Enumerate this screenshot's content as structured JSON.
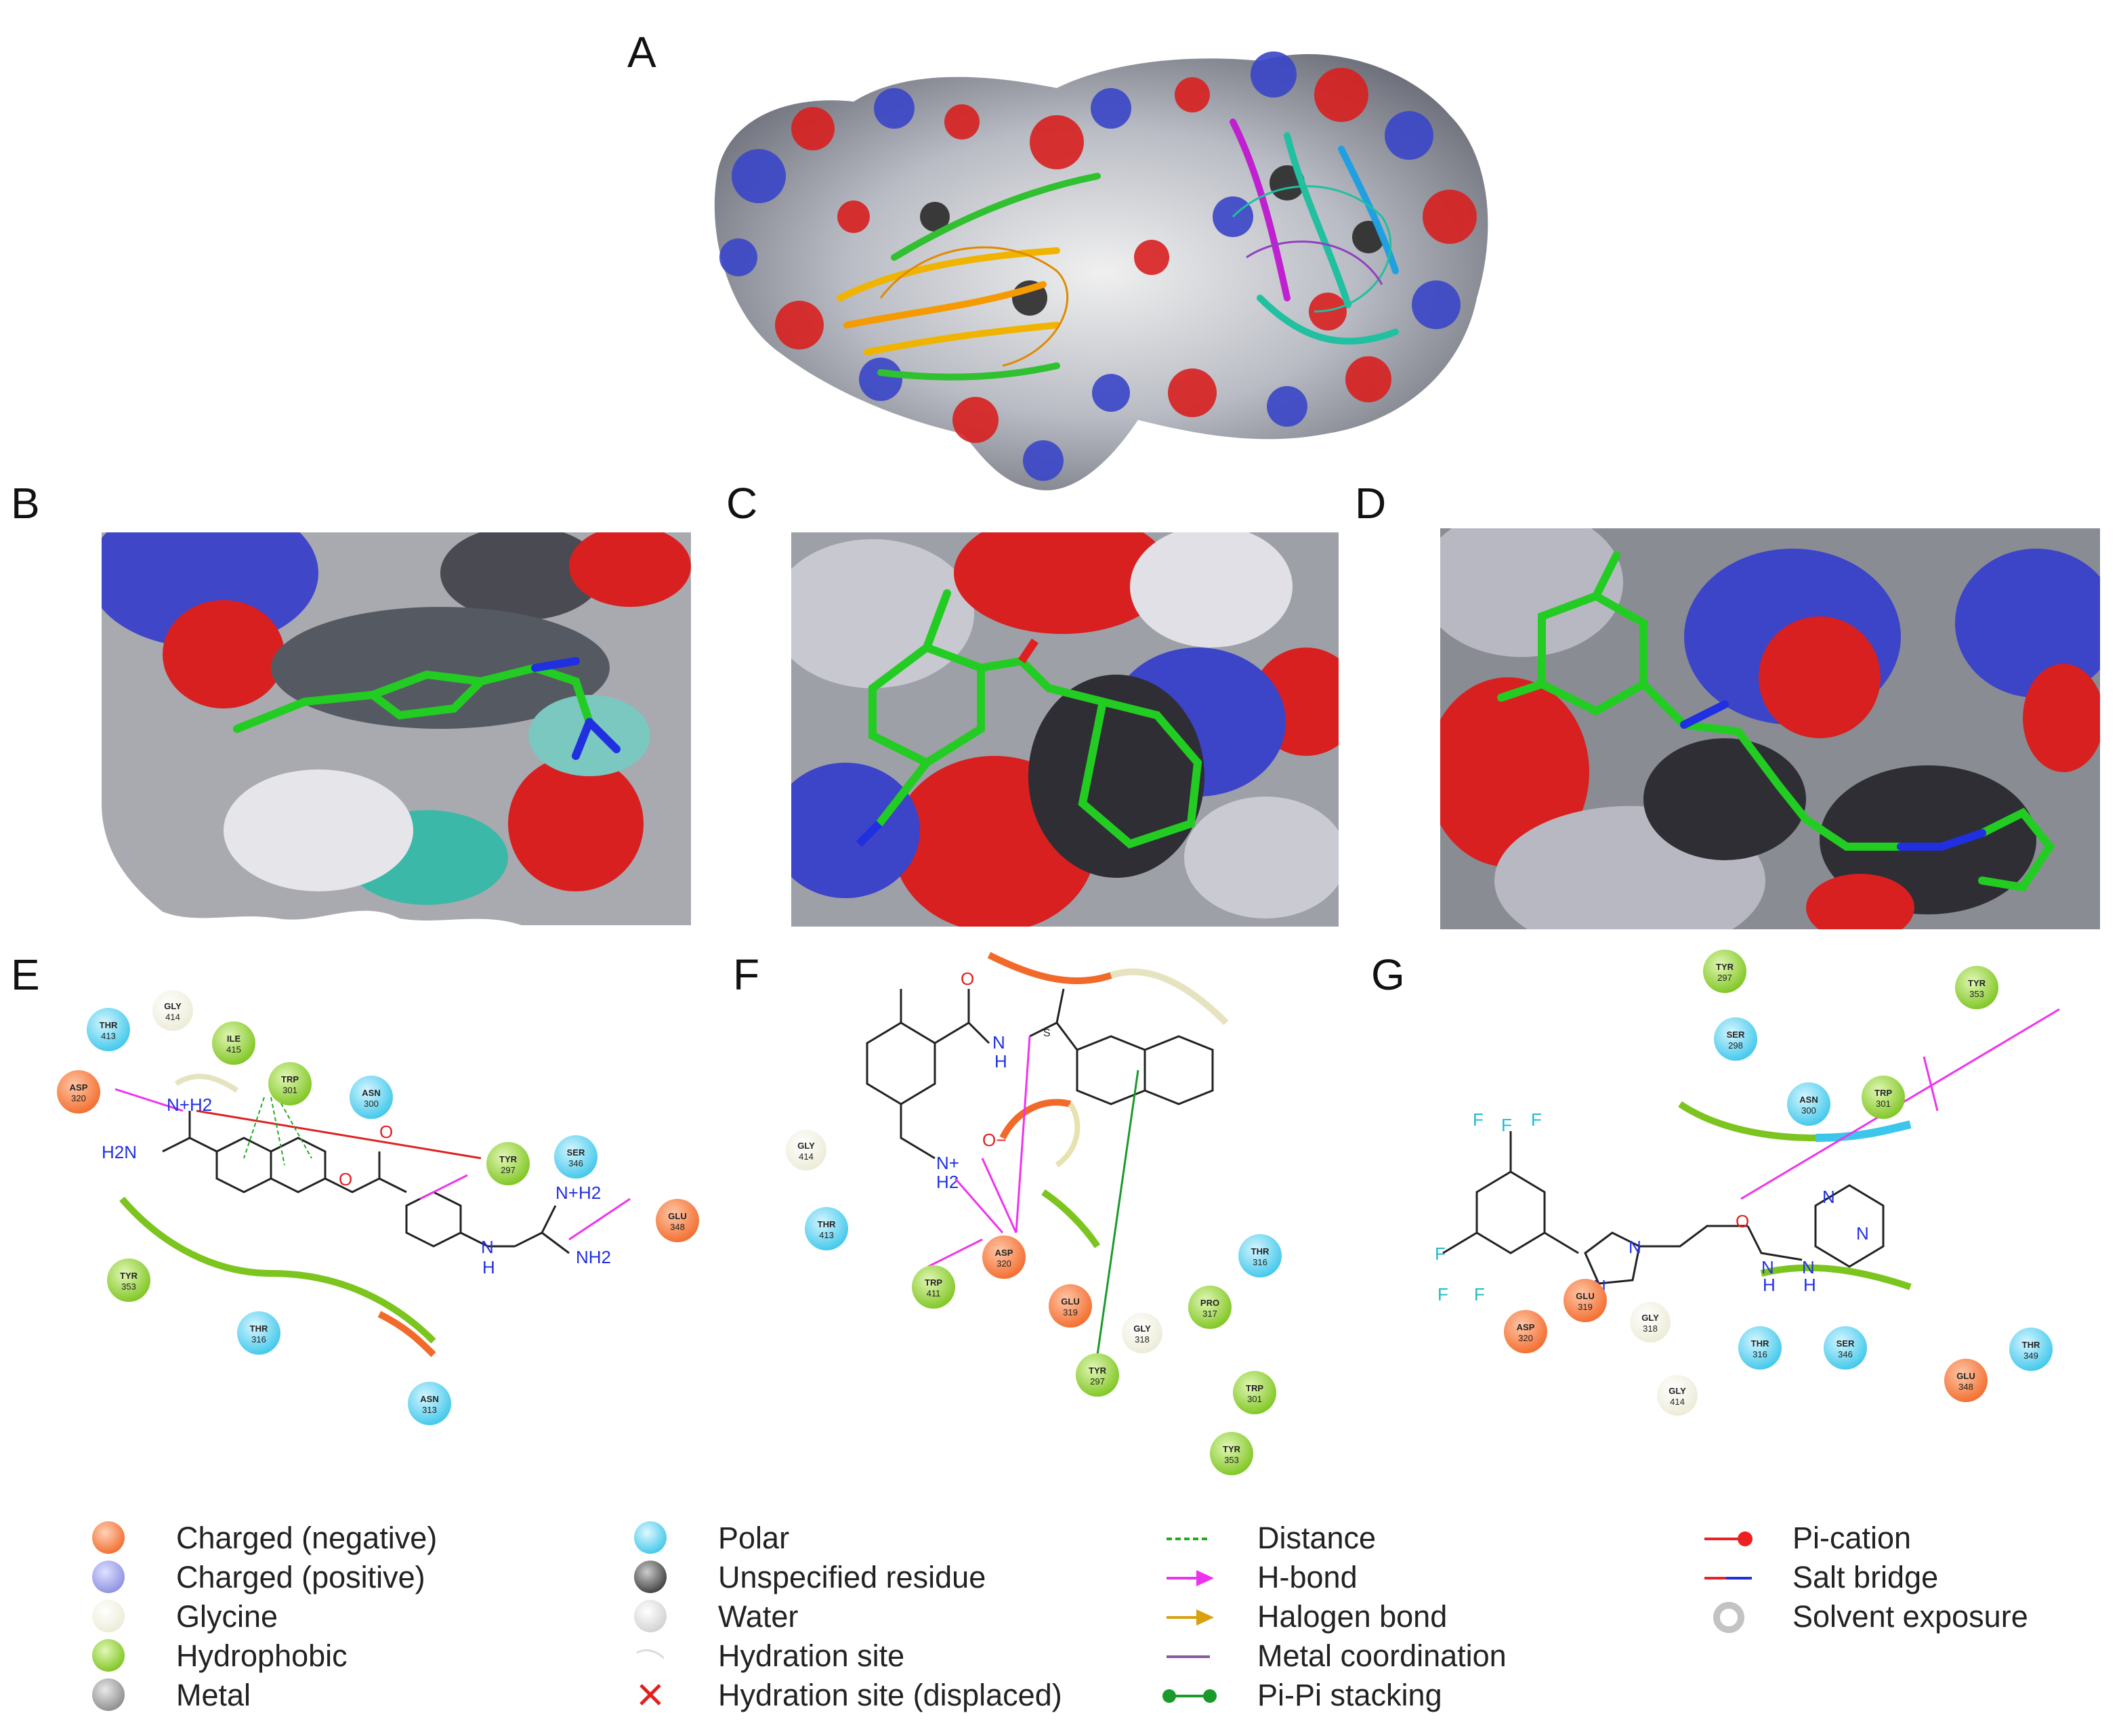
{
  "panels": {
    "A": {
      "label": "A"
    },
    "B": {
      "label": "B"
    },
    "C": {
      "label": "C"
    },
    "D": {
      "label": "D"
    },
    "E": {
      "label": "E",
      "residues": [
        {
          "name": "THR",
          "num": "413",
          "type": "polar"
        },
        {
          "name": "GLY",
          "num": "414",
          "type": "glycine"
        },
        {
          "name": "ILE",
          "num": "415",
          "type": "hydrophobic"
        },
        {
          "name": "TRP",
          "num": "301",
          "type": "hydrophobic"
        },
        {
          "name": "ASN",
          "num": "300",
          "type": "polar"
        },
        {
          "name": "ASP",
          "num": "320",
          "type": "negative"
        },
        {
          "name": "TYR",
          "num": "297",
          "type": "hydrophobic"
        },
        {
          "name": "SER",
          "num": "346",
          "type": "polar"
        },
        {
          "name": "GLU",
          "num": "348",
          "type": "negative"
        },
        {
          "name": "TYR",
          "num": "353",
          "type": "hydrophobic"
        },
        {
          "name": "THR",
          "num": "316",
          "type": "polar"
        },
        {
          "name": "ASN",
          "num": "313",
          "type": "polar"
        }
      ],
      "atoms": {
        "nh2_top": "N+H2",
        "h2n": "H2N",
        "o1": "O",
        "o2": "O",
        "nh": "N",
        "h": "H",
        "nh2_right": "N+H2",
        "nh2_bottom": "NH2"
      }
    },
    "F": {
      "label": "F",
      "residues": [
        {
          "name": "GLY",
          "num": "414",
          "type": "glycine"
        },
        {
          "name": "THR",
          "num": "413",
          "type": "polar"
        },
        {
          "name": "TRP",
          "num": "411",
          "type": "hydrophobic"
        },
        {
          "name": "ASP",
          "num": "320",
          "type": "negative"
        },
        {
          "name": "GLU",
          "num": "319",
          "type": "negative"
        },
        {
          "name": "GLY",
          "num": "318",
          "type": "glycine"
        },
        {
          "name": "PRO",
          "num": "317",
          "type": "hydrophobic"
        },
        {
          "name": "THR",
          "num": "316",
          "type": "polar"
        },
        {
          "name": "TYR",
          "num": "297",
          "type": "hydrophobic"
        },
        {
          "name": "TRP",
          "num": "301",
          "type": "hydrophobic"
        },
        {
          "name": "TYR",
          "num": "353",
          "type": "hydrophobic"
        }
      ],
      "atoms": {
        "o": "O",
        "nh": "N",
        "h": "H",
        "s": "S",
        "nplus": "N+",
        "h2": "H2",
        "ominus": "O−"
      }
    },
    "G": {
      "label": "G",
      "residues": [
        {
          "name": "TYR",
          "num": "297",
          "type": "hydrophobic"
        },
        {
          "name": "SER",
          "num": "298",
          "type": "polar"
        },
        {
          "name": "TYR",
          "num": "353",
          "type": "hydrophobic"
        },
        {
          "name": "ASN",
          "num": "300",
          "type": "polar"
        },
        {
          "name": "TRP",
          "num": "301",
          "type": "hydrophobic"
        },
        {
          "name": "ASP",
          "num": "320",
          "type": "negative"
        },
        {
          "name": "GLU",
          "num": "319",
          "type": "negative"
        },
        {
          "name": "GLY",
          "num": "318",
          "type": "glycine"
        },
        {
          "name": "THR",
          "num": "316",
          "type": "polar"
        },
        {
          "name": "SER",
          "num": "346",
          "type": "polar"
        },
        {
          "name": "GLU",
          "num": "348",
          "type": "negative"
        },
        {
          "name": "THR",
          "num": "349",
          "type": "polar"
        },
        {
          "name": "GLY",
          "num": "414",
          "type": "glycine"
        }
      ],
      "atoms": {
        "f": "F",
        "n": "N",
        "o": "O",
        "h": "H"
      }
    }
  },
  "legend": {
    "col1": [
      {
        "label": "Charged (negative)",
        "color": "#f26a2a"
      },
      {
        "label": "Charged (positive)",
        "color": "#8a8ee0"
      },
      {
        "label": "Glycine",
        "color": "#f3f2e4"
      },
      {
        "label": "Hydrophobic",
        "color": "#8ccf2e"
      },
      {
        "label": "Metal",
        "color": "#9a9a9a"
      }
    ],
    "col2": [
      {
        "label": "Polar",
        "color": "#4fd0ee"
      },
      {
        "label": "Unspecified residue",
        "color": "#666666"
      },
      {
        "label": "Water",
        "color": "#e6e6e6"
      },
      {
        "label": "Hydration site",
        "color": "#ffffff"
      },
      {
        "label": "Hydration site (displaced)",
        "color": "#e02020"
      }
    ],
    "col3": [
      {
        "label": "Distance",
        "color": "#22aa22"
      },
      {
        "label": "H-bond",
        "color": "#ee33ee"
      },
      {
        "label": "Halogen bond",
        "color": "#d9a010"
      },
      {
        "label": "Metal coordination",
        "color": "#8a5aa0"
      },
      {
        "label": "Pi-Pi stacking",
        "color": "#1a9a2a"
      }
    ],
    "col4": [
      {
        "label": "Pi-cation",
        "color": "#ee2020"
      },
      {
        "label": "Salt bridge",
        "color": "#cc2255"
      },
      {
        "label": "Solvent exposure",
        "color": "#999999"
      }
    ]
  }
}
